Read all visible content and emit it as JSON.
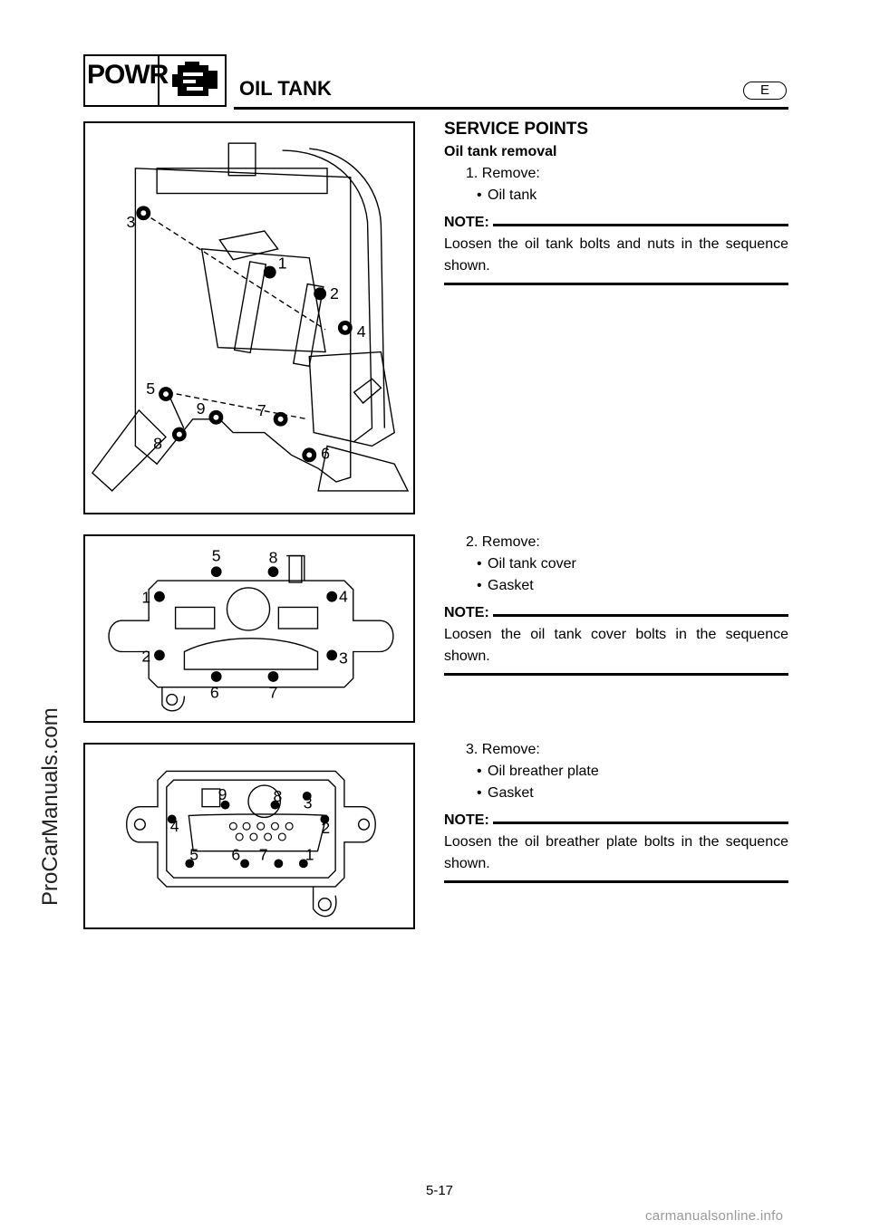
{
  "header": {
    "section_code": "POWR",
    "title": "OIL TANK",
    "language_badge": "E"
  },
  "watermarks": {
    "side": "ProCarManuals.com",
    "bottom": "carmanualsonline.info"
  },
  "figures": {
    "fig1_callouts": [
      "1",
      "2",
      "3",
      "4",
      "5",
      "6",
      "7",
      "8",
      "9"
    ],
    "fig2_callouts": [
      "1",
      "2",
      "3",
      "4",
      "5",
      "6",
      "7",
      "8"
    ],
    "fig3_callouts": [
      "1",
      "2",
      "3",
      "4",
      "5",
      "6",
      "7",
      "8",
      "9"
    ]
  },
  "content": {
    "section_heading": "SERVICE POINTS",
    "sub_heading": "Oil tank removal",
    "steps": [
      {
        "label": "1. Remove:",
        "items": [
          "Oil tank"
        ],
        "note_label": "NOTE:",
        "note_text": "Loosen the oil tank bolts and nuts in the sequence shown."
      },
      {
        "label": "2. Remove:",
        "items": [
          "Oil tank cover",
          "Gasket"
        ],
        "note_label": "NOTE:",
        "note_text": "Loosen the oil tank cover bolts in the sequence shown."
      },
      {
        "label": "3. Remove:",
        "items": [
          "Oil breather plate",
          "Gasket"
        ],
        "note_label": "NOTE:",
        "note_text": "Loosen the oil breather plate bolts in the sequence shown."
      }
    ]
  },
  "footer": {
    "page_number": "5-17"
  }
}
